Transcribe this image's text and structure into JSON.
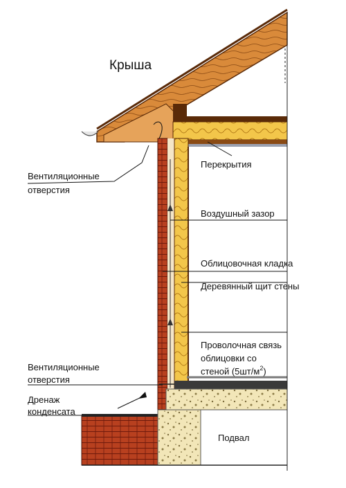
{
  "diagram": {
    "roof_label": "Крыша",
    "labels": {
      "ceiling": "Перекрытия",
      "vent_top_1": "Вентиляционные",
      "vent_top_2": "отверстия",
      "air_gap": "Воздушный зазор",
      "facing_masonry": "Облицовочная кладка",
      "wood_panel": "Деревянный щит стены",
      "wire_tie_1": "Проволочная связь",
      "wire_tie_2": "облицовки со",
      "wire_tie_3": "стеной (5шт/м",
      "wire_tie_sup": "2",
      "wire_tie_end": ")",
      "vent_bottom_1": "Вентиляционные",
      "vent_bottom_2": "отверстия",
      "drain_1": "Дренаж",
      "drain_2": "конденсата",
      "basement": "Подвал"
    },
    "colors": {
      "brick": "#b8401f",
      "brick_dark": "#6e1a0c",
      "wood": "#d98a3a",
      "wood_dark": "#8a4a14",
      "insulation": "#f3c64a",
      "concrete": "#f2e6b8",
      "line": "#111111"
    }
  }
}
